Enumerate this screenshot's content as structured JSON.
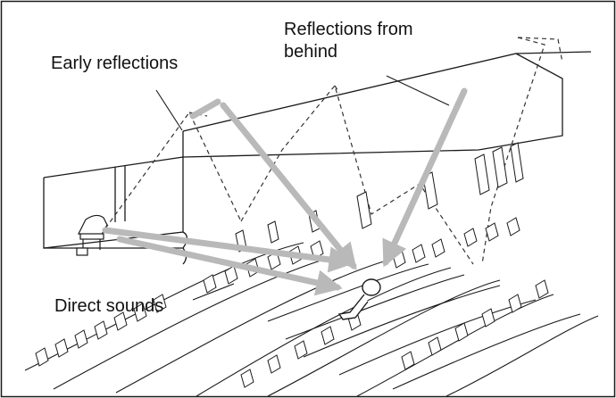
{
  "labels": {
    "early_reflections": "Early reflections",
    "reflections_from_behind": [
      "Reflections from",
      "behind"
    ],
    "direct_sounds": "Direct sounds"
  },
  "icons": [
    "grand-piano-icon",
    "listener-icon",
    "audience-seat-icon"
  ],
  "colors": {
    "line": "#1a1a1a",
    "sound_arrow": "#b9b9b9",
    "reflection_path": "#333333",
    "background": "#ffffff"
  }
}
